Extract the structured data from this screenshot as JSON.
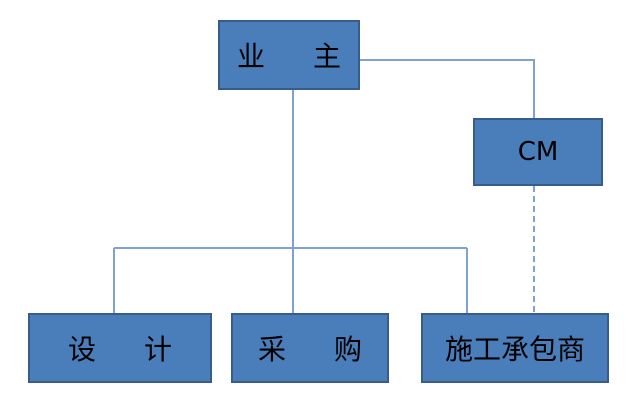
{
  "diagram": {
    "nodes": {
      "owner": "业 主",
      "cm": "CM",
      "design": "设 计",
      "procurement": "采 购",
      "contractor": "施工承包商"
    },
    "colors": {
      "box_fill": "#4a7ebb",
      "box_border": "#385d8a",
      "line": "#7fa3d1",
      "text": "#000000"
    }
  }
}
